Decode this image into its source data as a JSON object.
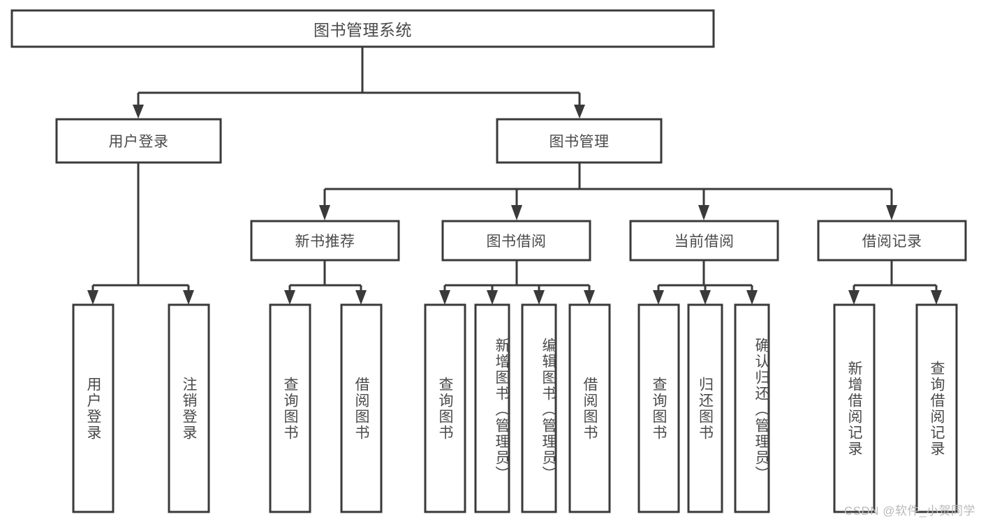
{
  "diagram": {
    "type": "tree-hierarchy",
    "title": "图书管理系统",
    "watermark": "CSDN @软件_小贺同学",
    "colors": {
      "stroke": "#3a3a3a",
      "fill": "#ffffff",
      "text": "#4a4a4a",
      "watermark": "#b9b9b9"
    },
    "levels": [
      {
        "level": 1,
        "nodes": [
          {
            "id": "root",
            "label": "图书管理系统",
            "orientation": "horizontal"
          }
        ]
      },
      {
        "level": 2,
        "nodes": [
          {
            "id": "user-login",
            "label": "用户登录",
            "orientation": "horizontal",
            "parent": "root"
          },
          {
            "id": "book-manage",
            "label": "图书管理",
            "orientation": "horizontal",
            "parent": "root"
          }
        ]
      },
      {
        "level": 3,
        "nodes": [
          {
            "id": "new-book-rec",
            "label": "新书推荐",
            "orientation": "horizontal",
            "parent": "book-manage"
          },
          {
            "id": "book-borrow",
            "label": "图书借阅",
            "orientation": "horizontal",
            "parent": "book-manage"
          },
          {
            "id": "current-borrow",
            "label": "当前借阅",
            "orientation": "horizontal",
            "parent": "book-manage"
          },
          {
            "id": "borrow-record",
            "label": "借阅记录",
            "orientation": "horizontal",
            "parent": "book-manage"
          }
        ]
      },
      {
        "level": 4,
        "nodes": [
          {
            "id": "leaf-user-login",
            "label": "用户登录",
            "orientation": "vertical",
            "parent": "user-login"
          },
          {
            "id": "leaf-logout",
            "label": "注销登录",
            "orientation": "vertical",
            "parent": "user-login"
          },
          {
            "id": "leaf-query-book-1",
            "label": "查询图书",
            "orientation": "vertical",
            "parent": "new-book-rec"
          },
          {
            "id": "leaf-borrow-book-1",
            "label": "借阅图书",
            "orientation": "vertical",
            "parent": "new-book-rec"
          },
          {
            "id": "leaf-query-book-2",
            "label": "查询图书",
            "orientation": "vertical",
            "parent": "book-borrow"
          },
          {
            "id": "leaf-add-book",
            "label": "新增图书（管理员）",
            "orientation": "vertical",
            "parent": "book-borrow"
          },
          {
            "id": "leaf-edit-book",
            "label": "编辑图书（管理员）",
            "orientation": "vertical",
            "parent": "book-borrow"
          },
          {
            "id": "leaf-borrow-book-2",
            "label": "借阅图书",
            "orientation": "vertical",
            "parent": "book-borrow"
          },
          {
            "id": "leaf-query-book-3",
            "label": "查询图书",
            "orientation": "vertical",
            "parent": "current-borrow"
          },
          {
            "id": "leaf-return-book",
            "label": "归还图书",
            "orientation": "vertical",
            "parent": "current-borrow"
          },
          {
            "id": "leaf-confirm-return",
            "label": "确认归还（管理员）",
            "orientation": "vertical",
            "parent": "current-borrow"
          },
          {
            "id": "leaf-add-record",
            "label": "新增借阅记录",
            "orientation": "vertical",
            "parent": "borrow-record"
          },
          {
            "id": "leaf-query-record",
            "label": "查询借阅记录",
            "orientation": "vertical",
            "parent": "borrow-record"
          }
        ]
      }
    ]
  }
}
